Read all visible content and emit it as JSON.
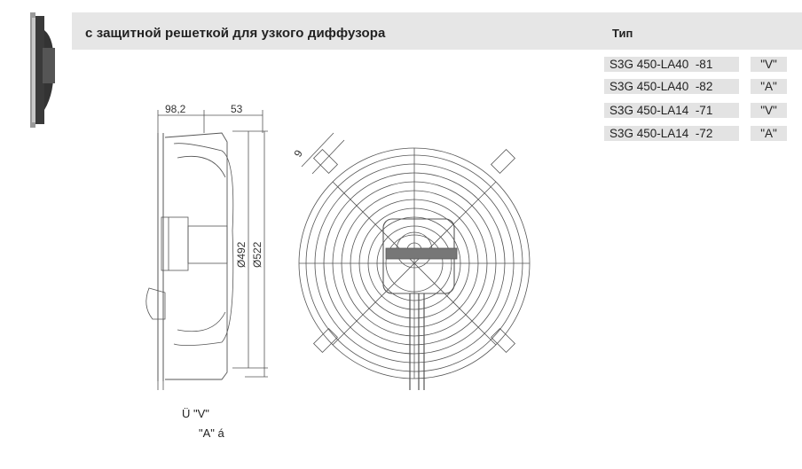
{
  "header": {
    "title": "с защитной решеткой для узкого диффузора",
    "type_label": "Тип"
  },
  "models": [
    {
      "name": "S3G 450-LA40  -81",
      "variant": "\"V\""
    },
    {
      "name": "S3G 450-LA40  -82",
      "variant": "\"A\""
    },
    {
      "name": "S3G 450-LA14  -71",
      "variant": "\"V\""
    },
    {
      "name": "S3G 450-LA14  -72",
      "variant": "\"A\""
    }
  ],
  "drawing": {
    "dim_depth": "98,2",
    "dim_offset": "53",
    "dim_inner_diameter": "Ø492",
    "dim_outer_diameter": "Ø522",
    "dim_hole": "9"
  },
  "legend": {
    "line1": "Ü \"V\"",
    "line2": "\"A\" á"
  },
  "colors": {
    "header_bg": "#e6e6e6",
    "row_bg": "#e3e3e3",
    "line": "#555555"
  }
}
